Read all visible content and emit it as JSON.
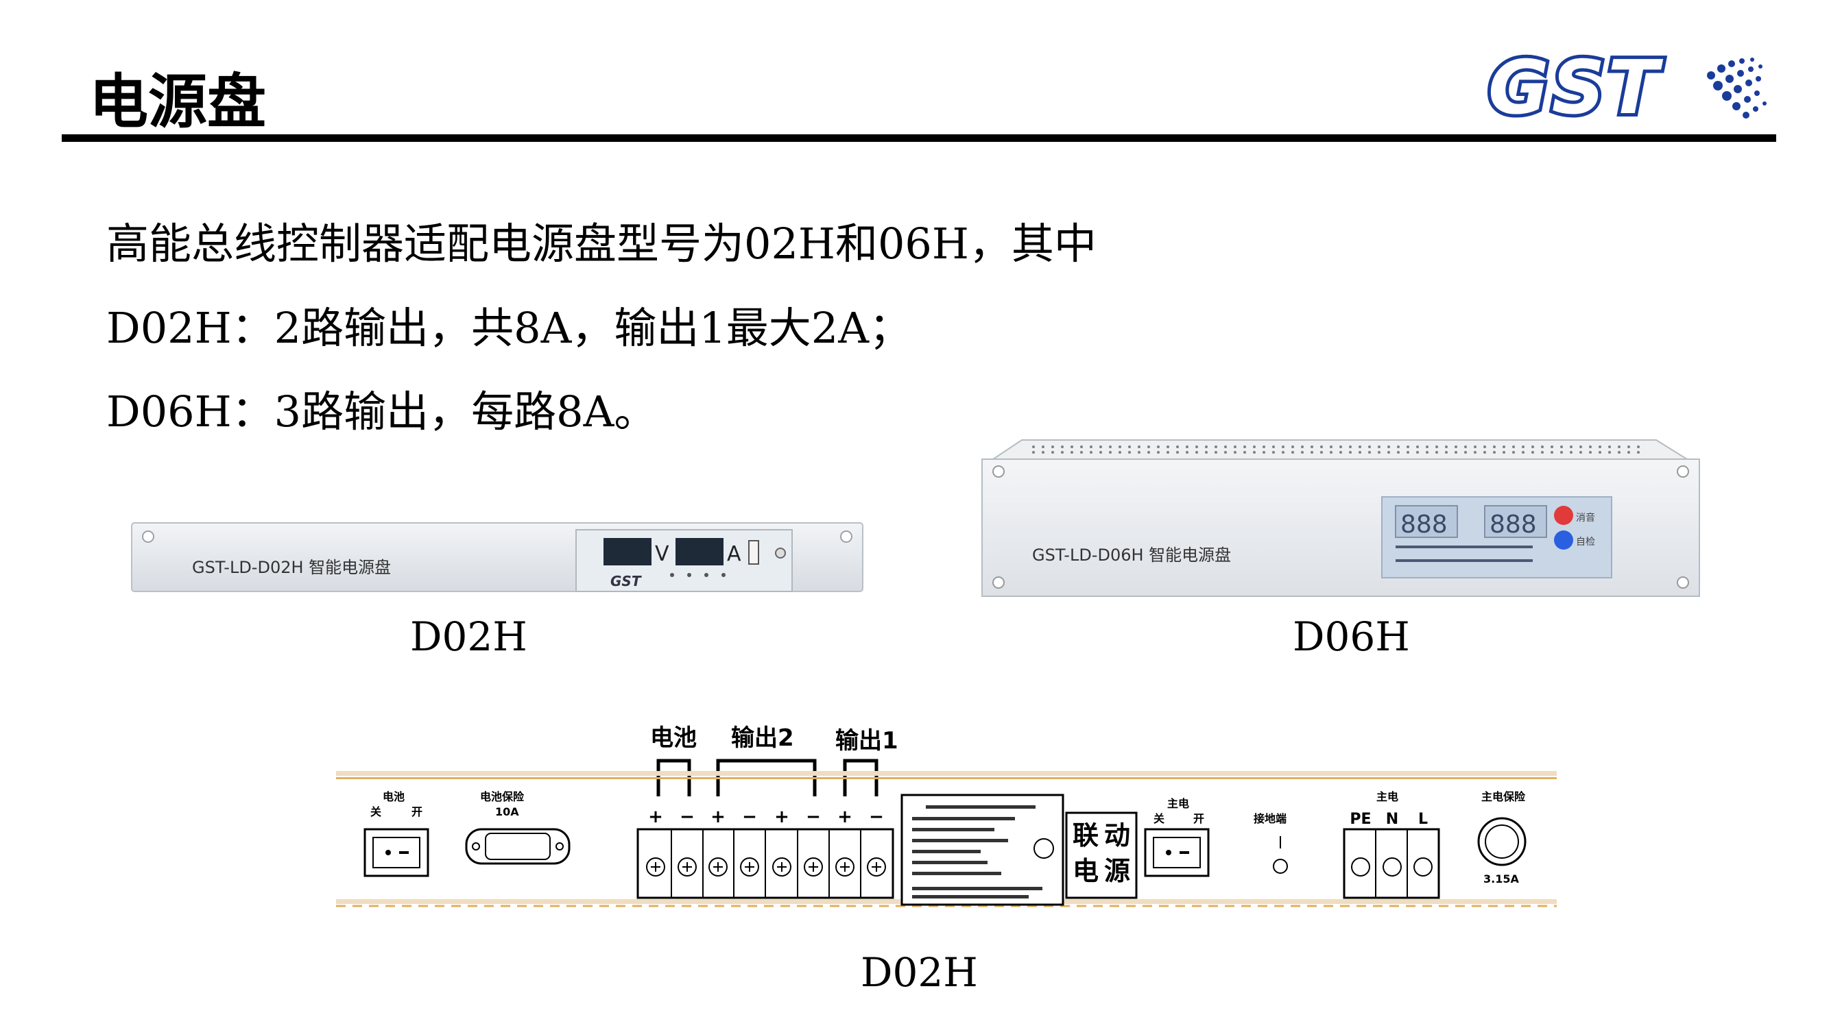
{
  "slide": {
    "title": "电源盘",
    "logo_text": "GST",
    "body_lines": [
      "高能总线控制器适配电源盘型号为02H和06H，其中",
      "D02H：2路输出，共8A，输出1最大2A；",
      "D06H：3路输出，每路8A。"
    ],
    "captions": {
      "d02h_front": "D02H",
      "d06h_front": "D06H",
      "d02h_rear": "D02H"
    }
  },
  "d02h_panel": {
    "label": "GST-LD-D02H 智能电源盘",
    "volt_unit": "V",
    "amp_unit": "A",
    "brand": "GST"
  },
  "d06h_panel": {
    "label": "GST-LD-D06H 智能电源盘",
    "display_left": "888",
    "display_right": "888",
    "btn_red": "消音",
    "btn_blue": "自检"
  },
  "rear_panel": {
    "callout_battery": "电池",
    "callout_out2": "输出2",
    "callout_out1": "输出1",
    "battery_switch_title": "电池",
    "battery_switch_off": "关",
    "battery_switch_on": "开",
    "battery_fuse_title": "电池保险",
    "battery_fuse_value": "10A",
    "terminal_polarity": [
      "+",
      "−",
      "+",
      "−",
      "+",
      "−",
      "+",
      "−"
    ],
    "linkage_power": [
      "联",
      "动",
      "电",
      "源"
    ],
    "main_switch_title": "主电",
    "main_switch_off": "关",
    "main_switch_on": "开",
    "ground_label": "接地端",
    "mains_title": "主电",
    "mains_terminals": [
      "PE",
      "N",
      "L"
    ],
    "main_fuse_title": "主电保险",
    "main_fuse_value": "3.15A"
  },
  "colors": {
    "logo_blue": "#1a3c9a",
    "rule": "#000000",
    "stripe": "#f0dcc0",
    "dash": "#e0b060"
  }
}
